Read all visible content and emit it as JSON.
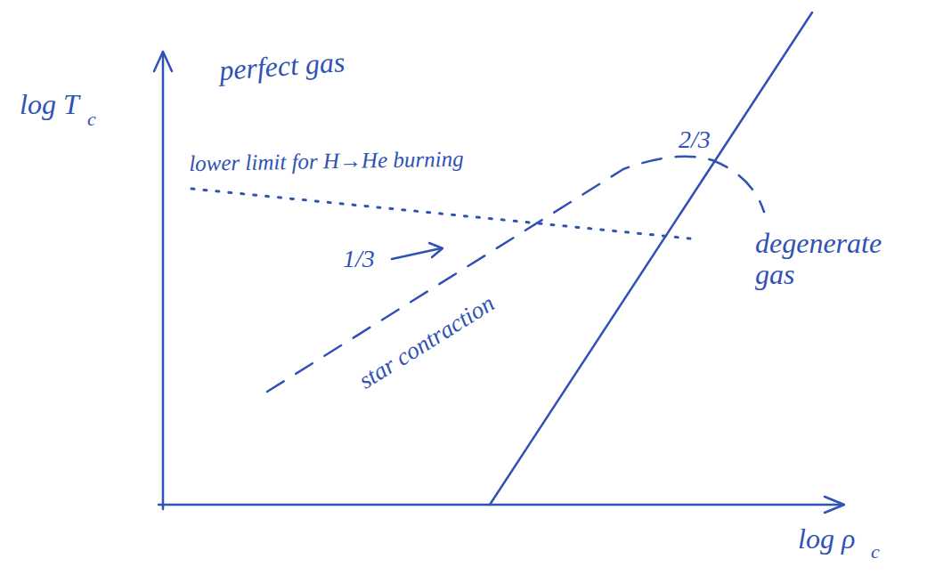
{
  "diagram": {
    "labels": [
      "log T",
      "c",
      "perfect gas",
      "lower limit for H→He burning",
      "2/3",
      "1/3",
      "star contraction",
      "degenerate gas",
      "log ρ",
      "c"
    ]
  }
}
